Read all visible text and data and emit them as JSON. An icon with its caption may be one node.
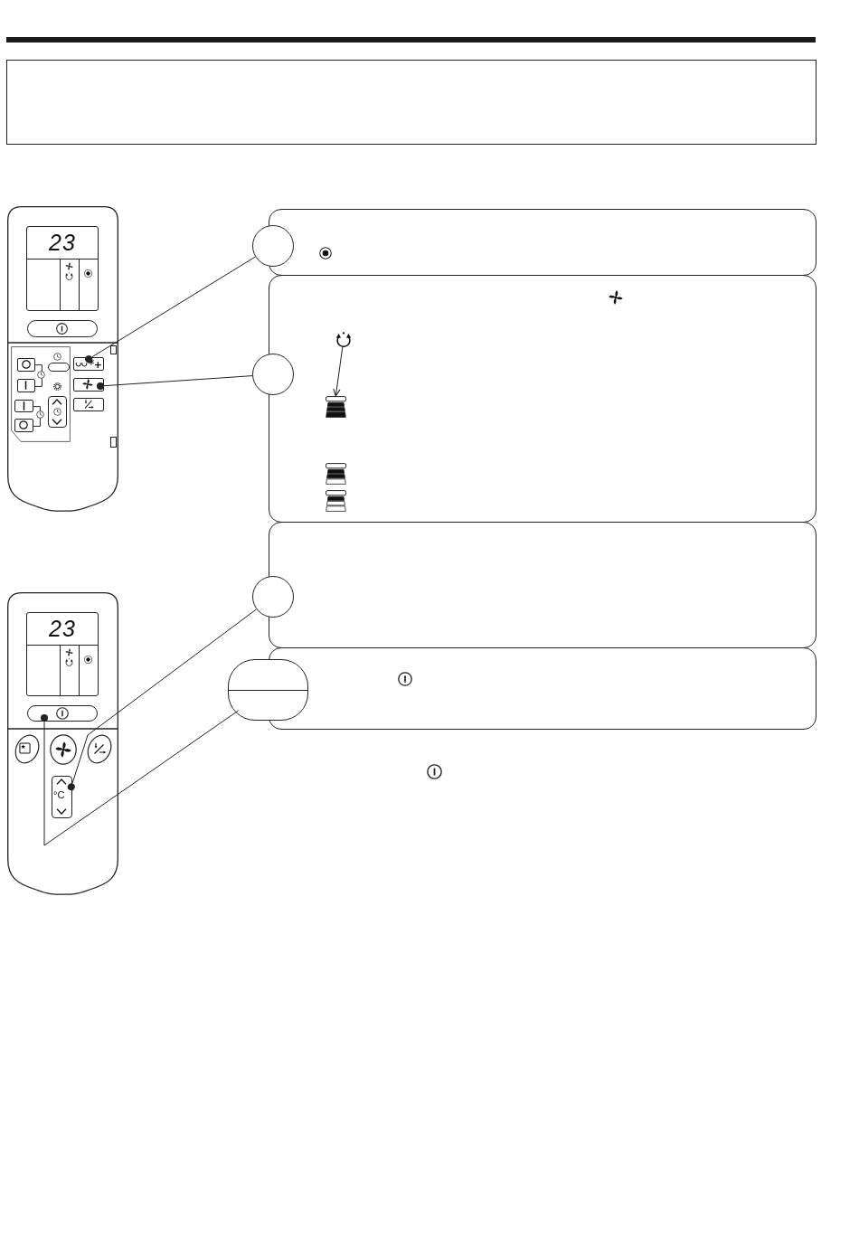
{
  "diagram": {
    "nodes": [
      {
        "text": [],
        "shape": "box"
      },
      {
        "text": [
          "23"
        ]
      },
      {
        "text": [],
        "shape": "box",
        "in": 1
      },
      {
        "text": [],
        "shape": "box",
        "in": 1
      },
      {
        "text": [],
        "shape": "box",
        "in": 1
      },
      {
        "text": [],
        "shape": "box",
        "in": 1
      },
      {
        "text": [],
        "shape": "box"
      },
      {
        "text": [],
        "shape": "circle"
      },
      {
        "text": [],
        "shape": "box"
      },
      {
        "text": [],
        "shape": "circle"
      },
      {
        "text": [],
        "shape": "picture",
        "in": 8
      },
      {
        "text": [],
        "shape": "picture",
        "in": 8
      },
      {
        "text": [],
        "shape": "box"
      },
      {
        "text": [],
        "shape": "circle"
      },
      {
        "text": [],
        "shape": "box"
      },
      {
        "text": [],
        "shape": "oval"
      },
      {
        "text": [
          "23"
        ]
      },
      {
        "text": [],
        "shape": "box",
        "in": 16
      },
      {
        "text": [
          "°C"
        ],
        "in": 16
      }
    ],
    "edges": [
      {
        "from": 7,
        "to": 3,
        "arrow": "other"
      },
      {
        "from": 9,
        "to": 4,
        "arrow": "other"
      },
      {
        "from": 10,
        "to": 11,
        "arrow": "to"
      },
      {
        "from": 13,
        "to": 18,
        "arrow": "other"
      },
      {
        "from": 15,
        "to": 17,
        "arrow": "other"
      }
    ]
  }
}
